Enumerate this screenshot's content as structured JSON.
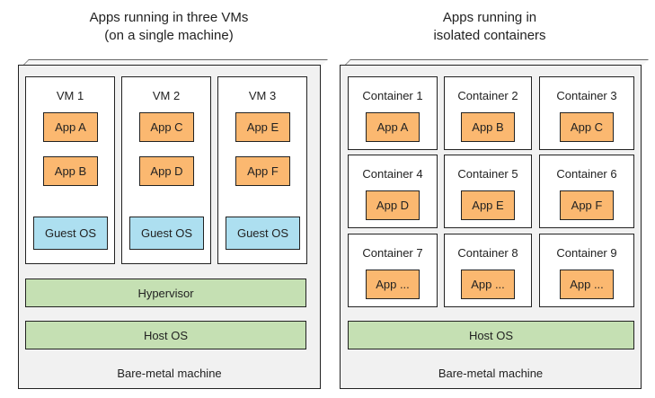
{
  "left": {
    "title_line1": "Apps running in three VMs",
    "title_line2": "(on a single machine)",
    "vms": [
      {
        "label": "VM 1",
        "apps": [
          "App A",
          "App B"
        ],
        "guest_os": "Guest OS"
      },
      {
        "label": "VM 2",
        "apps": [
          "App C",
          "App D"
        ],
        "guest_os": "Guest OS"
      },
      {
        "label": "VM 3",
        "apps": [
          "App E",
          "App F"
        ],
        "guest_os": "Guest OS"
      }
    ],
    "hypervisor": "Hypervisor",
    "host_os": "Host OS",
    "machine": "Bare-metal machine"
  },
  "right": {
    "title_line1": "Apps running in",
    "title_line2": "isolated containers",
    "containers": [
      {
        "label": "Container 1",
        "app": "App A"
      },
      {
        "label": "Container 2",
        "app": "App B"
      },
      {
        "label": "Container 3",
        "app": "App C"
      },
      {
        "label": "Container 4",
        "app": "App D"
      },
      {
        "label": "Container 5",
        "app": "App E"
      },
      {
        "label": "Container 6",
        "app": "App F"
      },
      {
        "label": "Container 7",
        "app": "App ..."
      },
      {
        "label": "Container 8",
        "app": "App ..."
      },
      {
        "label": "Container 9",
        "app": "App ..."
      }
    ],
    "host_os": "Host OS",
    "machine": "Bare-metal machine"
  },
  "colors": {
    "app": "#fbb870",
    "guest_os": "#addff0",
    "host_layer": "#c5e0b3",
    "machine": "#f1f1f1"
  }
}
